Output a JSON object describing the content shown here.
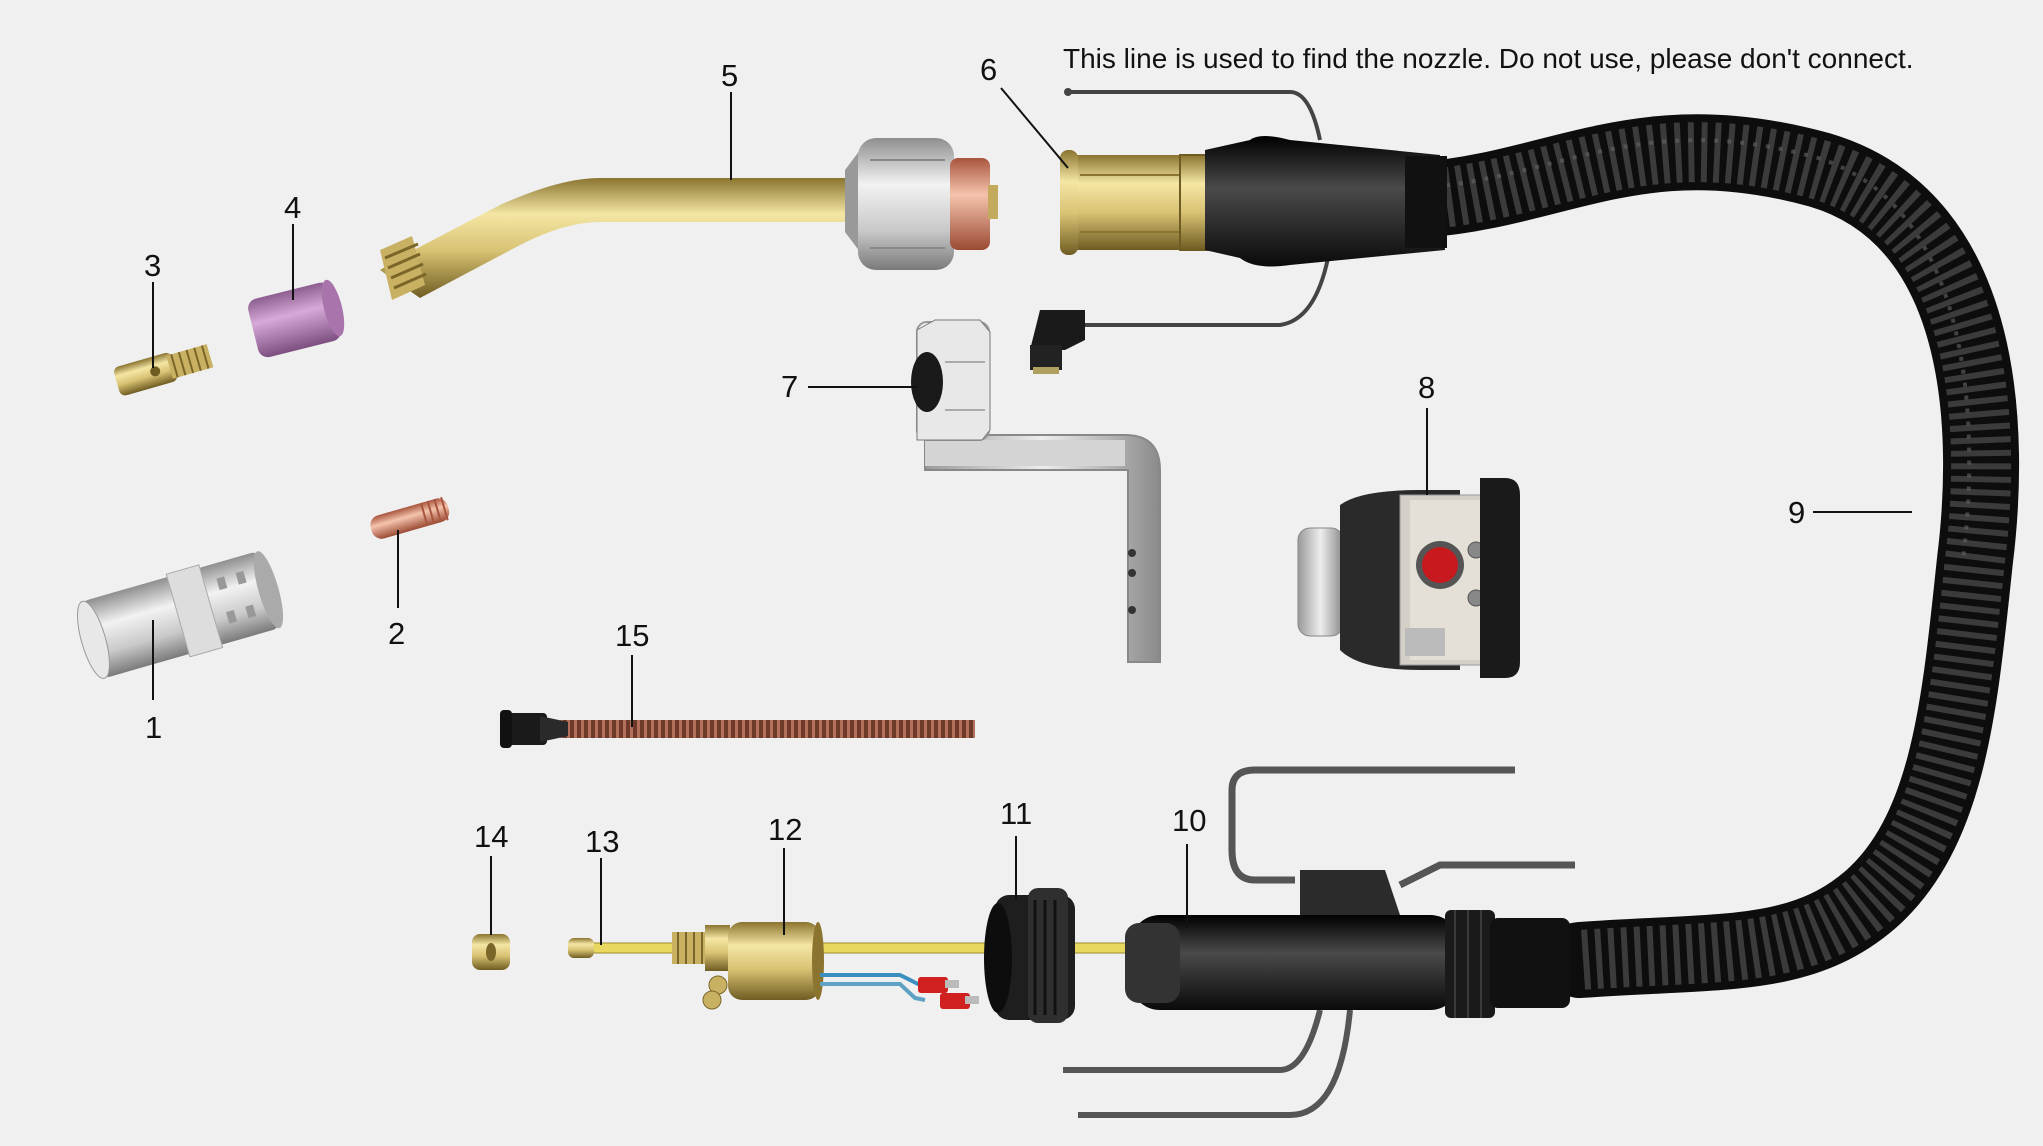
{
  "note": "This line is used to find the nozzle. Do not use, please don't connect.",
  "callouts": [
    {
      "id": "1",
      "label": "1"
    },
    {
      "id": "2",
      "label": "2"
    },
    {
      "id": "3",
      "label": "3"
    },
    {
      "id": "4",
      "label": "4"
    },
    {
      "id": "5",
      "label": "5"
    },
    {
      "id": "6",
      "label": "6"
    },
    {
      "id": "7",
      "label": "7"
    },
    {
      "id": "8",
      "label": "8"
    },
    {
      "id": "9",
      "label": "9"
    },
    {
      "id": "10",
      "label": "10"
    },
    {
      "id": "11",
      "label": "11"
    },
    {
      "id": "12",
      "label": "12"
    },
    {
      "id": "13",
      "label": "13"
    },
    {
      "id": "14",
      "label": "14"
    },
    {
      "id": "15",
      "label": "15"
    }
  ],
  "colors": {
    "background": "#f0f0f0",
    "brass": "#d9c374",
    "copper": "#d98a6e",
    "ceramic": "#b684b8",
    "rubber": "#1c1c1c",
    "steel": "#cfcfcf",
    "liner": "#8a4a36",
    "wire_red": "#d02020",
    "wire_blue": "#3a8fbf"
  }
}
